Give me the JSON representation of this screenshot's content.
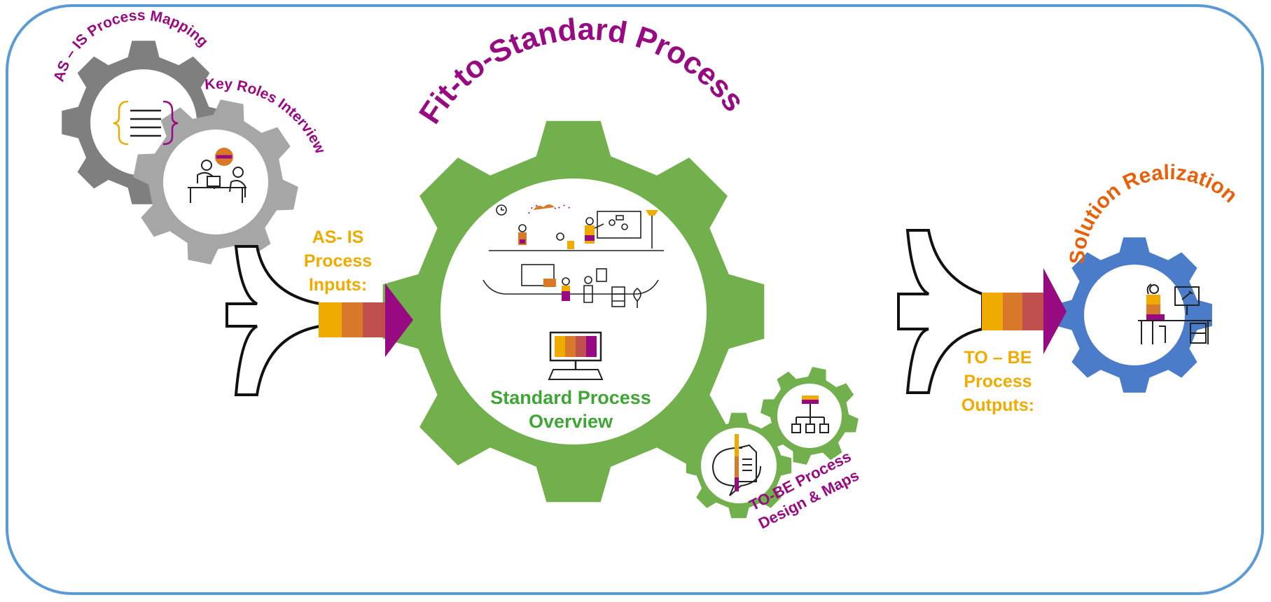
{
  "colors": {
    "frame": "#5b9bd5",
    "purple": "#970a82",
    "orange": "#f0ab00",
    "red_orange": "#e8600a",
    "green_gear": "#72b04d",
    "green_text": "#3fa535",
    "gray_dark": "#7f7f7f",
    "gray_light": "#a6a6a6",
    "blue_gear": "#4a7cc9",
    "stripe": [
      "#f0ab00",
      "#d9792a",
      "#c0504d",
      "#970a82"
    ]
  },
  "left": {
    "as_is_mapping": "AS – IS Process Mapping",
    "key_roles": "Key Roles Interview",
    "inputs_line1": "AS- IS",
    "inputs_line2": "Process",
    "inputs_line3": "Inputs:"
  },
  "center": {
    "title": "Fit-to-Standard Process",
    "overview_line1": "Standard Process",
    "overview_line2": "Overview"
  },
  "bottom": {
    "design_line1": "TO-BE Process",
    "design_line2": "Design & Maps"
  },
  "right": {
    "outputs_line1": "TO – BE",
    "outputs_line2": "Process",
    "outputs_line3": "Outputs:",
    "solution": "Solution Realization"
  },
  "icons": [
    "document-braces-icon",
    "interview-icon",
    "office-scene-icon",
    "monitor-icon",
    "chat-document-icon",
    "org-chart-icon",
    "workstation-icon",
    "merge-arrow-icon"
  ]
}
